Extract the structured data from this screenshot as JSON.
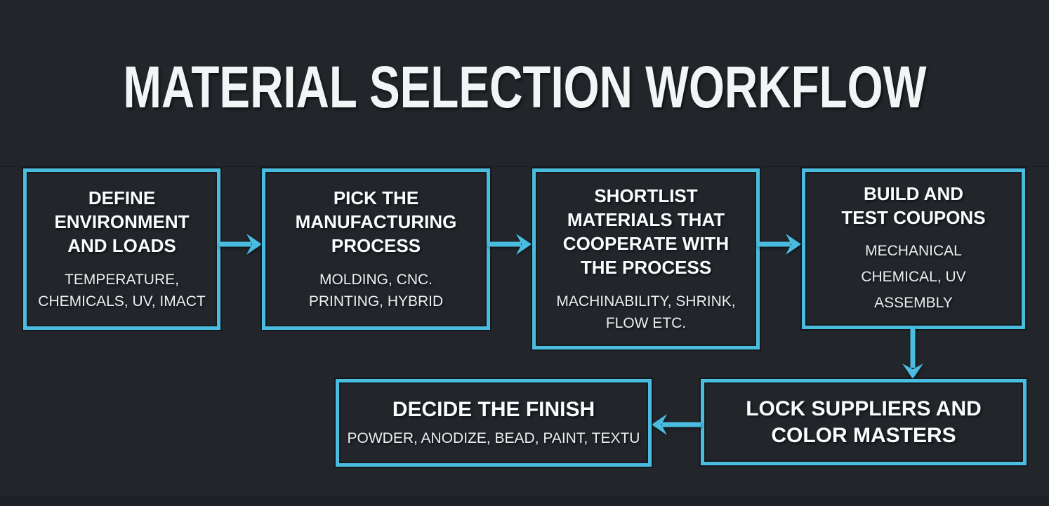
{
  "title": "MATERIAL SELECTION WORKFLOW",
  "colors": {
    "background": "#22262b",
    "accent": "#49bcdf",
    "heading_text": "#fbfcfd",
    "subtext": "#eceef0"
  },
  "boxes": [
    {
      "id": "define-environment-and-loads",
      "heading_lines": [
        "DEFINE",
        "ENVIRONMENT",
        "AND LOADS"
      ],
      "subtext_lines": [
        "TEMPERATURE,",
        "CHEMICALS, UV, IMACT"
      ]
    },
    {
      "id": "pick-the-manufacturing-process",
      "heading_lines": [
        "PICK THE",
        "MANUFACTURING",
        "PROCESS"
      ],
      "subtext_lines": [
        "MOLDING, CNC.",
        "PRINTING, HYBRID"
      ]
    },
    {
      "id": "shortlist-materials-that-cooperate-with-the-process",
      "heading_lines": [
        "SHORTLIST",
        "MATERIALS THAT",
        "COOPERATE WITH",
        "THE PROCESS"
      ],
      "subtext_lines": [
        "MACHINABILITY, SHRINK,",
        "FLOW ETC."
      ]
    },
    {
      "id": "build-and-test-coupons",
      "heading_lines": [
        "BUILD AND",
        "TEST COUPONS"
      ],
      "subtext_lines": [
        "MECHANICAL",
        "CHEMICAL, UV",
        "ASSEMBLY"
      ]
    },
    {
      "id": "lock-suppliers-and-color-masters",
      "heading_lines": [
        "LOCK SUPPLIERS AND",
        "COLOR MASTERS"
      ],
      "subtext_lines": []
    },
    {
      "id": "decide-the-finish",
      "heading_lines": [
        "DECIDE THE FINISH"
      ],
      "subtext_lines": [
        "POWDER, ANODIZE, BEAD, PAINT, TEXTU"
      ]
    }
  ],
  "arrows": [
    {
      "name": "arrow-right-icon",
      "direction": "right",
      "from": "define-environment-and-loads",
      "to": "pick-the-manufacturing-process"
    },
    {
      "name": "arrow-right-icon",
      "direction": "right",
      "from": "pick-the-manufacturing-process",
      "to": "shortlist-materials-that-cooperate-with-the-process"
    },
    {
      "name": "arrow-right-icon",
      "direction": "right",
      "from": "shortlist-materials-that-cooperate-with-the-process",
      "to": "build-and-test-coupons"
    },
    {
      "name": "arrow-down-icon",
      "direction": "down",
      "from": "build-and-test-coupons",
      "to": "lock-suppliers-and-color-masters"
    },
    {
      "name": "arrow-left-icon",
      "direction": "left",
      "from": "lock-suppliers-and-color-masters",
      "to": "decide-the-finish"
    }
  ]
}
